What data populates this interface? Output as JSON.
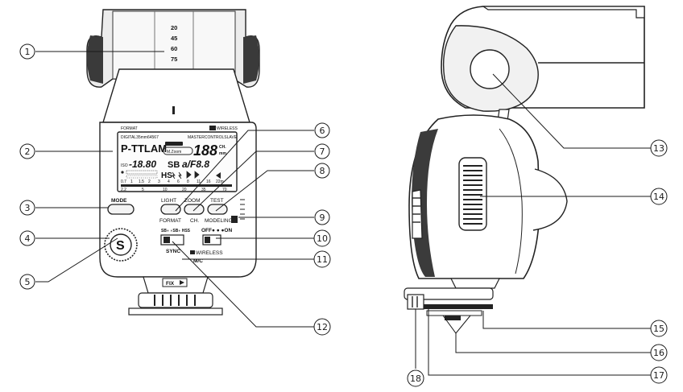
{
  "callouts": [
    "1",
    "2",
    "3",
    "4",
    "5",
    "6",
    "7",
    "8",
    "9",
    "10",
    "11",
    "12",
    "13",
    "14",
    "15",
    "16",
    "17",
    "18"
  ],
  "head_scale": [
    "20",
    "45",
    "60",
    "75"
  ],
  "front_top_labels": {
    "format": "FORMAT",
    "wireless": "WIRELESS"
  },
  "lcd": {
    "top_left": "DIGITAL35mm64567",
    "top_right": "MASTERCONTROLSLAVE",
    "mode": "P-TTLAM",
    "zoom_badge": "M.Zoom",
    "channel_digits": "188",
    "ch_label": "CH.",
    "mm_label": "mm",
    "iso_label": "ISO",
    "iso_value": "-18.80",
    "sb_label": "SB",
    "aperture": "a/F8.8",
    "hss_label": "HS",
    "distance_ticks": [
      "0.7",
      "1",
      "1.5",
      "2",
      "3",
      "4",
      "6",
      "8",
      "11",
      "16",
      "22m"
    ],
    "distance_bottom": [
      "2.2",
      "5",
      "10",
      "20",
      "35",
      "70"
    ]
  },
  "buttons": {
    "mode": "MODE",
    "light": "LIGHT",
    "zoom": "ZOOM",
    "test": "TEST",
    "format": "FORMAT",
    "ch": "CH.",
    "modeling": "MODELING"
  },
  "switches": {
    "sync_modes": "SB◗ ◗SB◗ HSS",
    "sync": "SYNC",
    "off_on": "OFF● ● ●ON",
    "wireless": "WIRELESS",
    "mc": "M/C"
  },
  "dial_letter": "S",
  "fix_label": "FIX"
}
